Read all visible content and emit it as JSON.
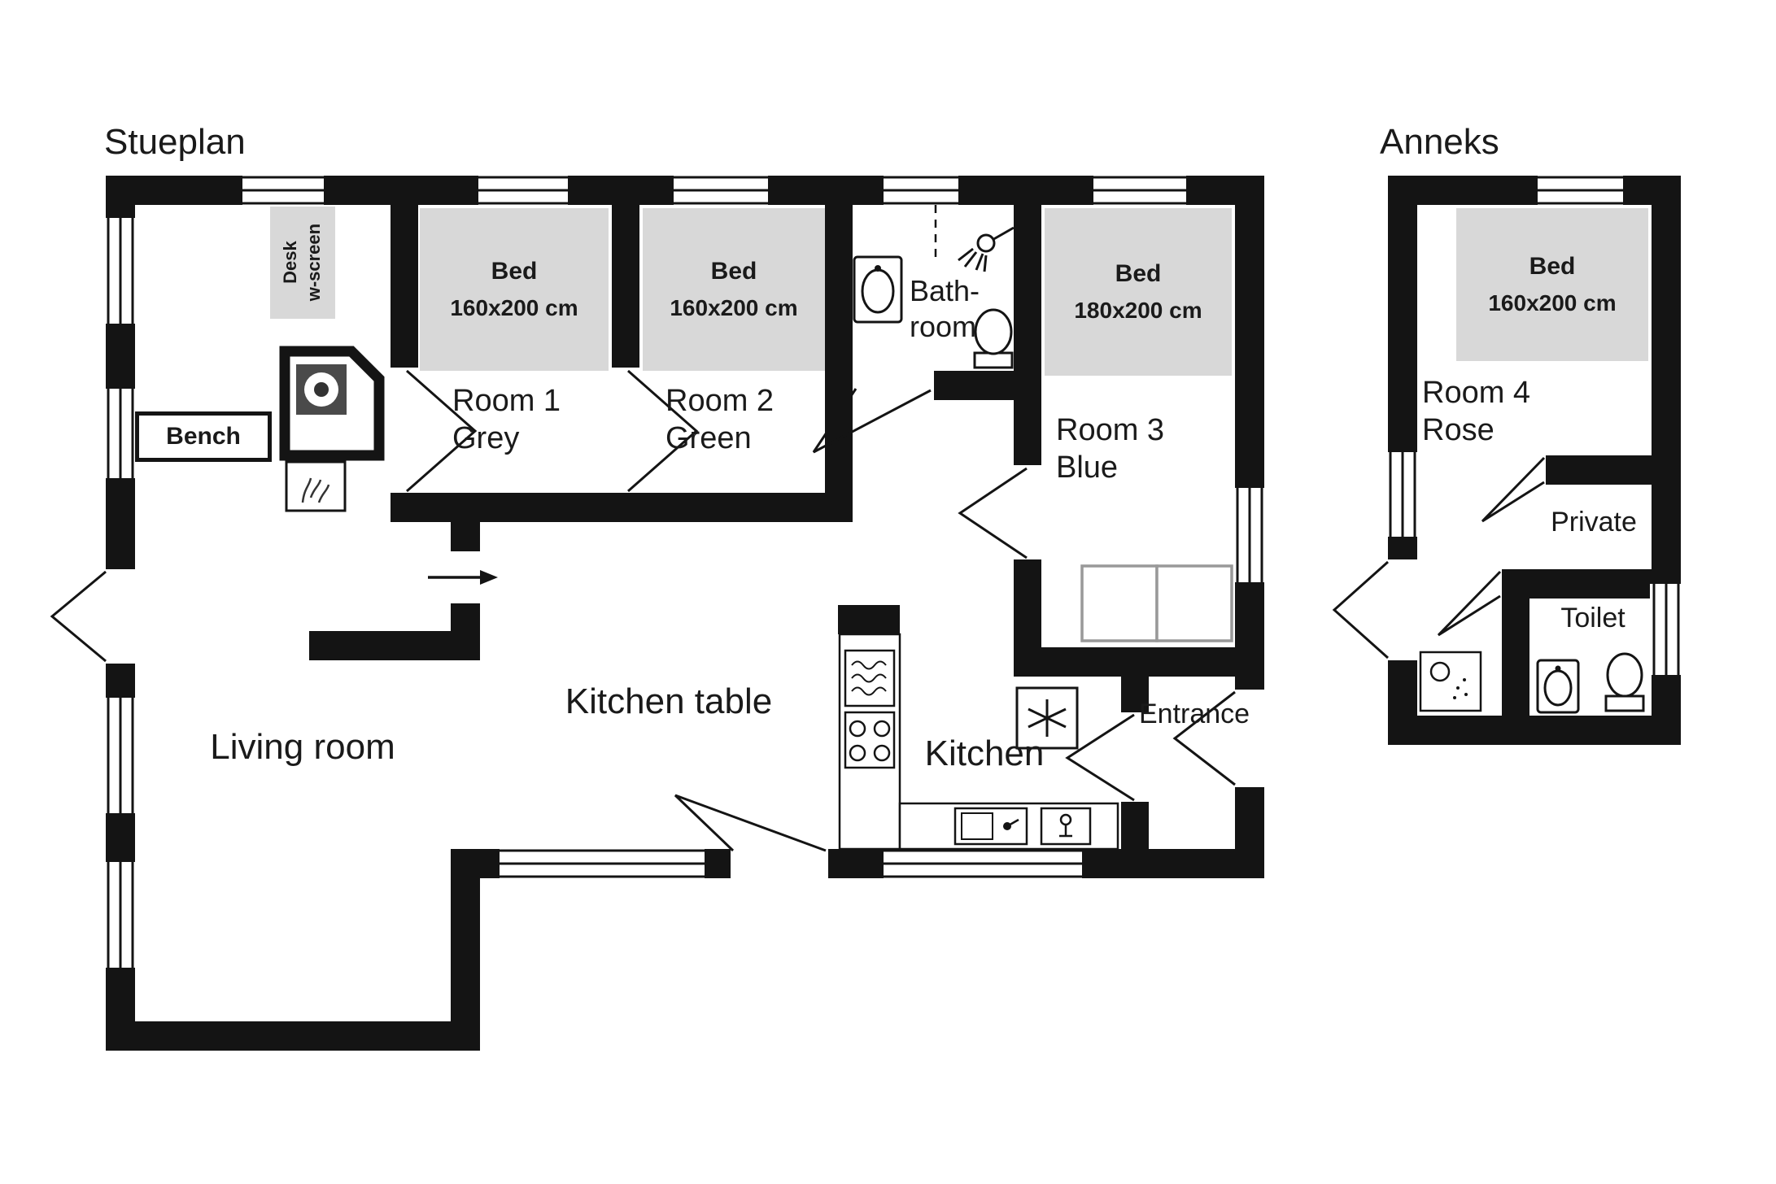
{
  "plan": {
    "stueplan": {
      "title": "Stueplan",
      "rooms": {
        "living_room": "Living room",
        "kitchen_table": "Kitchen table",
        "kitchen": "Kitchen",
        "entrance": "Entrance",
        "bathroom_line1": "Bath-",
        "bathroom_line2": "room",
        "room1_line1": "Room 1",
        "room1_line2": "Grey",
        "room2_line1": "Room 2",
        "room2_line2": "Green",
        "room3_line1": "Room 3",
        "room3_line2": "Blue"
      },
      "furniture": {
        "bench": "Bench",
        "desk_line1": "Desk",
        "desk_line2": "w-screen"
      },
      "beds": {
        "bed1": {
          "label": "Bed",
          "size": "160x200 cm"
        },
        "bed2": {
          "label": "Bed",
          "size": "160x200 cm"
        },
        "bed3": {
          "label": "Bed",
          "size": "180x200 cm"
        }
      }
    },
    "anneks": {
      "title": "Anneks",
      "rooms": {
        "room4_line1": "Room 4",
        "room4_line2": "Rose",
        "private": "Private",
        "toilet": "Toilet"
      },
      "beds": {
        "bed4": {
          "label": "Bed",
          "size": "160x200 cm"
        }
      }
    },
    "icons": {
      "fridge_icon": "snowflake",
      "stove_icon": "hob-burners",
      "fireplace_icon": "round-stove",
      "shower_icon": "shower-head",
      "toilet_icon": "toilet-top-view",
      "sink_icon": "sink-oval",
      "arrow_icon": "right-arrow"
    },
    "colors": {
      "wall": "#141414",
      "bed_fill": "#d8d8d8",
      "text": "#1a1a1a",
      "background": "#ffffff"
    }
  }
}
